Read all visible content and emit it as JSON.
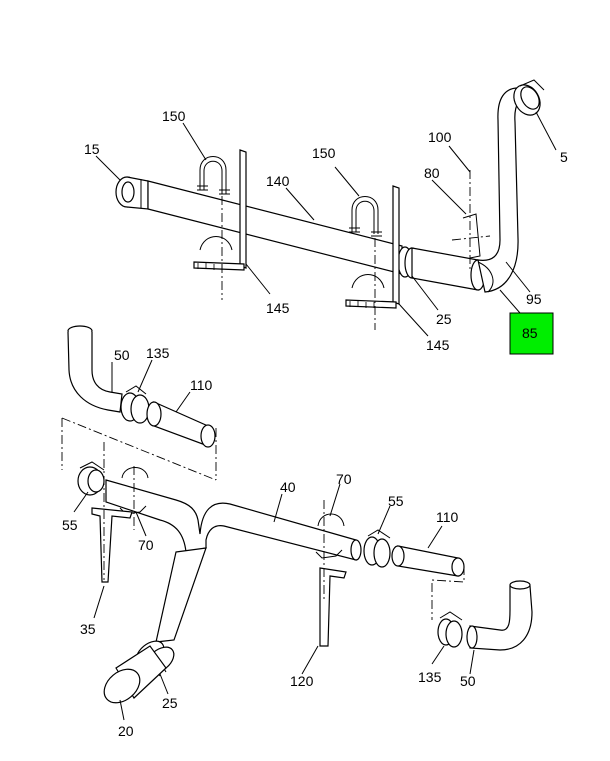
{
  "highlight_color": "#00ee00",
  "callouts": {
    "c15": "15",
    "c150a": "150",
    "c140": "140",
    "c150b": "150",
    "c100": "100",
    "c5": "5",
    "c80": "80",
    "c95": "95",
    "c145a": "145",
    "c25a": "25",
    "c145b": "145",
    "c85": "85",
    "c50a": "50",
    "c135a": "135",
    "c110a": "110",
    "c40": "40",
    "c70a": "70",
    "c55a": "55",
    "c110b": "110",
    "c55b": "55",
    "c70b": "70",
    "c35": "35",
    "c120": "120",
    "c135b": "135",
    "c50b": "50",
    "c25b": "25",
    "c20": "20"
  }
}
